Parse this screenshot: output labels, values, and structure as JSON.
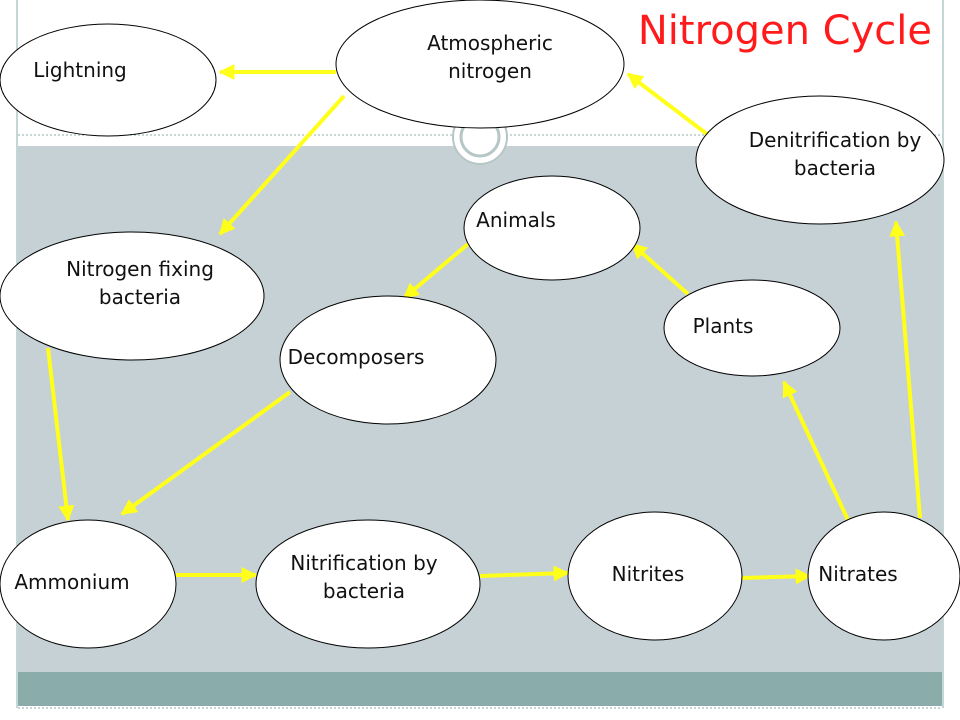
{
  "title": "Nitrogen Cycle",
  "colors": {
    "title": "#ff1b1b",
    "arrow": "#ffff19",
    "panel": "#c6d1d6",
    "bottom_band": "#8aacab",
    "node_fill": "#ffffff",
    "node_stroke": "#000000"
  },
  "nodes": {
    "atmospheric_nitrogen": "Atmospheric nitrogen",
    "lightning": "Lightning",
    "denitrification": "Denitrification by bacteria",
    "nitrogen_fixing": "Nitrogen fixing bacteria",
    "animals": "Animals",
    "plants": "Plants",
    "decomposers": "Decomposers",
    "ammonium": "Ammonium",
    "nitrification": "Nitrification by bacteria",
    "nitrites": "Nitrites",
    "nitrates": "Nitrates"
  },
  "edges": [
    {
      "from": "atmospheric_nitrogen",
      "to": "lightning"
    },
    {
      "from": "atmospheric_nitrogen",
      "to": "nitrogen_fixing"
    },
    {
      "from": "denitrification",
      "to": "atmospheric_nitrogen"
    },
    {
      "from": "nitrates",
      "to": "denitrification"
    },
    {
      "from": "nitrates",
      "to": "plants"
    },
    {
      "from": "plants",
      "to": "animals"
    },
    {
      "from": "animals",
      "to": "decomposers"
    },
    {
      "from": "decomposers",
      "to": "ammonium"
    },
    {
      "from": "nitrogen_fixing",
      "to": "ammonium"
    },
    {
      "from": "ammonium",
      "to": "nitrification"
    },
    {
      "from": "nitrification",
      "to": "nitrites"
    },
    {
      "from": "nitrites",
      "to": "nitrates"
    }
  ]
}
